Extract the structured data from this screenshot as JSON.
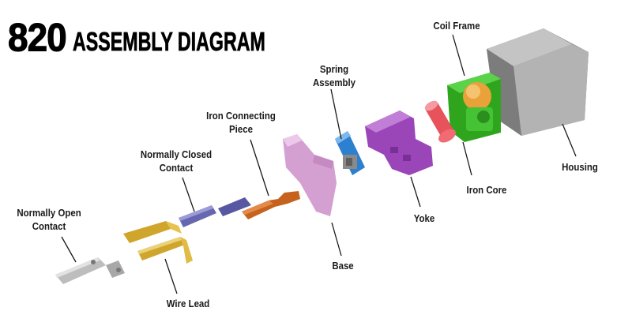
{
  "title": {
    "number": "820",
    "text": "ASSEMBLY DIAGRAM"
  },
  "labels": {
    "normally_open_contact": [
      "Normally Open",
      "Contact"
    ],
    "normally_closed_contact": [
      "Normally Closed",
      "Contact"
    ],
    "iron_connecting_piece": [
      "Iron Connecting",
      "Piece"
    ],
    "spring_assembly": [
      "Spring",
      "Assembly"
    ],
    "coil_frame": [
      "Coil Frame"
    ],
    "housing": [
      "Housing"
    ],
    "iron_core": [
      "Iron Core"
    ],
    "yoke": [
      "Yoke"
    ],
    "base": [
      "Base"
    ],
    "wire_lead": [
      "Wire Lead"
    ]
  },
  "colors": {
    "normally_open_contact": "#c9c9c9",
    "wire_lead": "#d8b23a",
    "normally_closed_contact": "#6f6fb8",
    "iron_connecting_piece": "#c5621e",
    "base": "#d9a6d6",
    "spring_assembly": "#3f8fd6",
    "yoke": "#a24fbf",
    "iron_core": "#f06b72",
    "coil_frame": "#3fbf2a",
    "coil_winding": "#e9a13a",
    "housing": "#a9a9a9",
    "leader_line": "#1a1a1a"
  }
}
